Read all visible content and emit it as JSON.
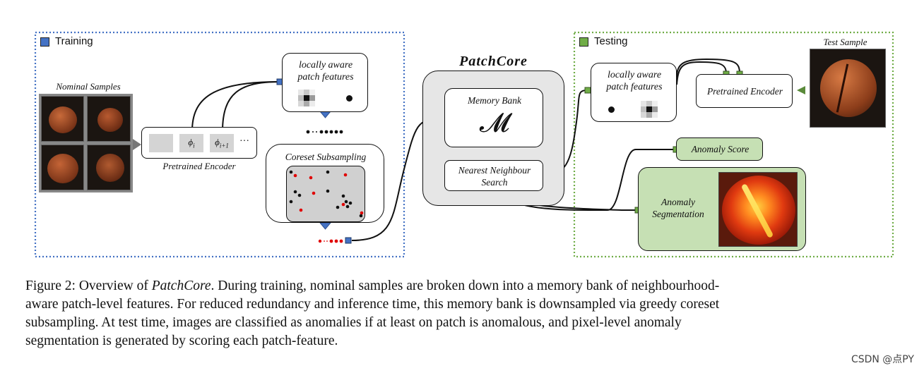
{
  "training": {
    "label": "Training",
    "color": "#4472c4"
  },
  "testing": {
    "label": "Testing",
    "color": "#70ad47"
  },
  "nominal_samples_label": "Nominal Samples",
  "pretrained_encoder_train": {
    "label": "Pretrained Encoder",
    "phi_i": "ϕ",
    "phi_i_sub": "i",
    "phi_i1": "ϕ",
    "phi_i1_sub": "i+1",
    "ellipsis": "···"
  },
  "local_features_train": {
    "line1": "locally aware",
    "line2": "patch features"
  },
  "coreset": {
    "label": "Coreset Subsampling"
  },
  "patchcore": {
    "title": "PatchCore",
    "memory_bank_label": "Memory Bank",
    "memory_symbol": "𝓜",
    "nn_line1": "Nearest Neighbour",
    "nn_line2": "Search"
  },
  "local_features_test": {
    "line1": "locally aware",
    "line2": "patch features"
  },
  "pretrained_encoder_test": {
    "label": "Pretrained Encoder"
  },
  "test_sample_label": "Test Sample",
  "anomaly_score_label": "Anomaly Score",
  "anomaly_segmentation": {
    "line1": "Anomaly",
    "line2": "Segmentation"
  },
  "caption": {
    "prefix": "Figure 2: Overview of ",
    "name": "PatchCore",
    "line1_rest": ". During training, nominal samples are broken down into a memory bank of neighbourhood-",
    "line2": "aware patch-level features. For reduced redundancy and inference time, this memory bank is downsampled via greedy coreset",
    "line3": "subsampling.  At test time, images are classified as anomalies if at least on patch is anomalous, and pixel-level anomaly",
    "line4": "segmentation is generated by scoring each patch-feature."
  },
  "watermark": "CSDN @点PY"
}
